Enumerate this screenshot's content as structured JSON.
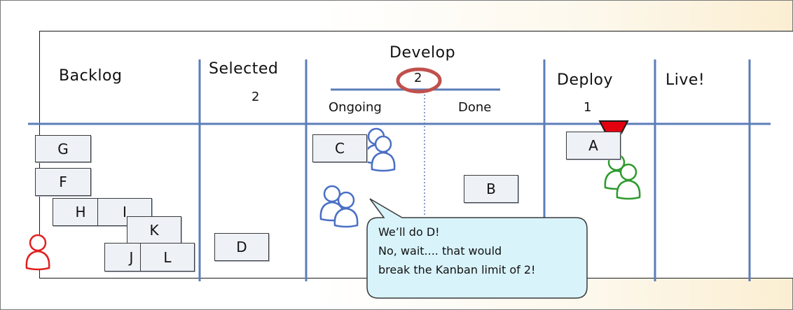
{
  "columns": {
    "backlog": "Backlog",
    "selected": "Selected",
    "selected_limit": "2",
    "develop": "Develop",
    "develop_limit": "2",
    "develop_ongoing": "Ongoing",
    "develop_done": "Done",
    "deploy": "Deploy",
    "deploy_limit": "1",
    "live": "Live!"
  },
  "cards": {
    "G": "G",
    "F": "F",
    "H": "H",
    "I": "I",
    "K": "K",
    "J": "J",
    "L": "L",
    "D": "D",
    "C": "C",
    "B": "B",
    "A": "A"
  },
  "callout": {
    "line1": "We’ll do D!",
    "line2": "No, wait.... that would",
    "line3": "break the Kanban limit of 2!"
  },
  "colors": {
    "lane_line": "#5b7db8",
    "limit_highlight": "#c0504d",
    "callout_fill": "#d9f3fb",
    "blocker": "#e3000f",
    "person_blue": "#4a6fc4",
    "person_green": "#2e9a2e",
    "person_red": "#e02020"
  },
  "icons": [
    "person-icon",
    "blocker-triangle-icon"
  ]
}
